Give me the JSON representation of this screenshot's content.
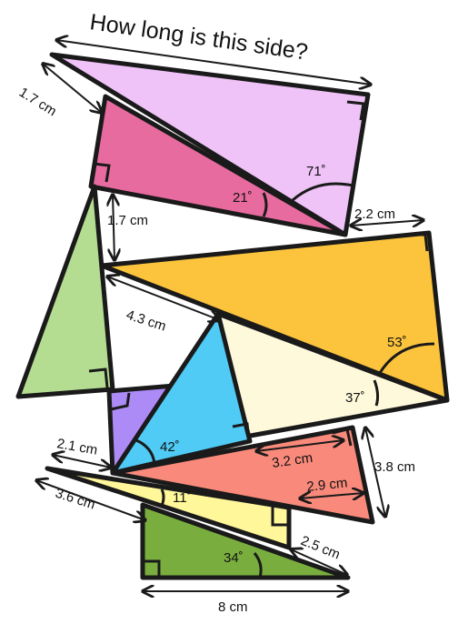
{
  "title": "How long is this side?",
  "labels": {
    "top_left_side": "1.7 cm",
    "gap_side": "1.7 cm",
    "right_gap": "2.2 cm",
    "hyp_part": "4.3 cm",
    "left_small": "2.1 cm",
    "red_base": "3.2 cm",
    "red_right": "3.8 cm",
    "red_inner": "2.9 cm",
    "bottom_left": "3.6 cm",
    "green_right": "2.5 cm",
    "bottom": "8 cm"
  },
  "angles": {
    "a71": "71˚",
    "a21": "21˚",
    "a53": "53˚",
    "a37": "37˚",
    "a42": "42˚",
    "a11": "11˚",
    "a34": "34˚"
  },
  "colors": {
    "lilac": "#efc3f7",
    "pink": "#e86b9f",
    "green_light": "#b4dd92",
    "orange": "#fcc43d",
    "cream": "#fff9dc",
    "blue": "#4fcbf5",
    "purple": "#ad8bf7",
    "red": "#f98a7b",
    "yellow": "#fff79a",
    "green_dark": "#79ae3f"
  }
}
